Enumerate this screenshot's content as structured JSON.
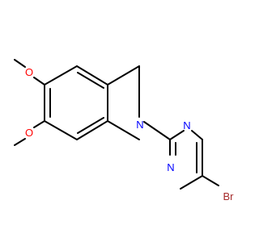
{
  "colors": {
    "bond": "#000000",
    "N": "#0000ff",
    "O": "#ff0000",
    "Br": "#a52a2a"
  },
  "atoms": {
    "O_top": "O",
    "O_bottom": "O",
    "N_ring": "N",
    "N_pyr_top": "N",
    "N_pyr_bottom": "N",
    "Br": "Br"
  }
}
